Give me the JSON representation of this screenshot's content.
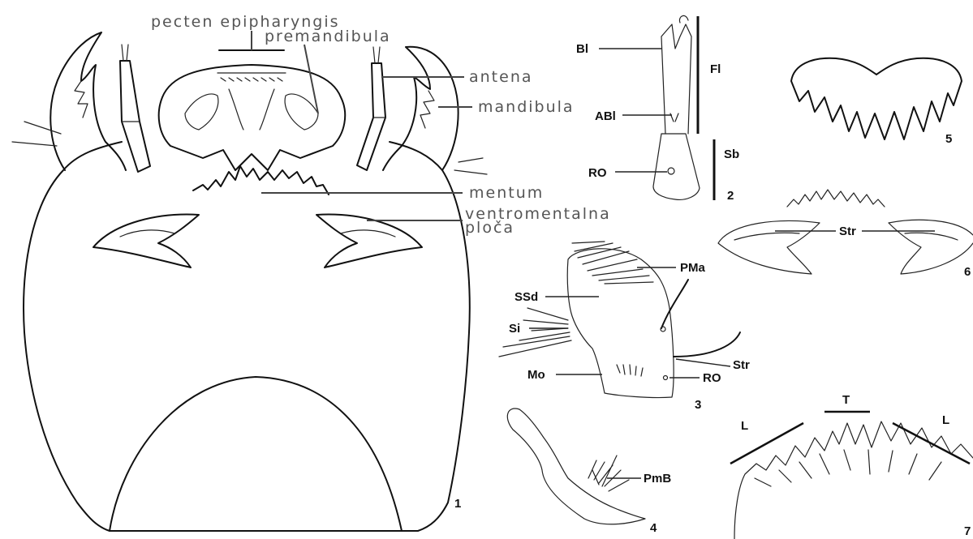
{
  "figure1": {
    "labels": {
      "pecten": "pecten epipharyngis",
      "premandibula": "premandibula",
      "antena": "antena",
      "mandibula": "mandibula",
      "mentum": "mentum",
      "ventromentalna_1": "ventromentalna",
      "ventromentalna_2": "ploča"
    },
    "number": "1"
  },
  "figure2": {
    "labels": {
      "bl": "Bl",
      "fl": "Fl",
      "abl": "ABl",
      "sb": "Sb",
      "ro": "RO"
    },
    "number": "2"
  },
  "figure3": {
    "labels": {
      "pma": "PMa",
      "ssd": "SSd",
      "si": "Si",
      "str": "Str",
      "mo": "Mo",
      "ro": "RO"
    },
    "number": "3"
  },
  "figure4": {
    "labels": {
      "pmb": "PmB"
    },
    "number": "4"
  },
  "figure5": {
    "number": "5"
  },
  "figure6": {
    "labels": {
      "str": "Str"
    },
    "number": "6"
  },
  "figure7": {
    "labels": {
      "l_left": "L",
      "t": "T",
      "l_right": "L"
    },
    "number": "7"
  }
}
